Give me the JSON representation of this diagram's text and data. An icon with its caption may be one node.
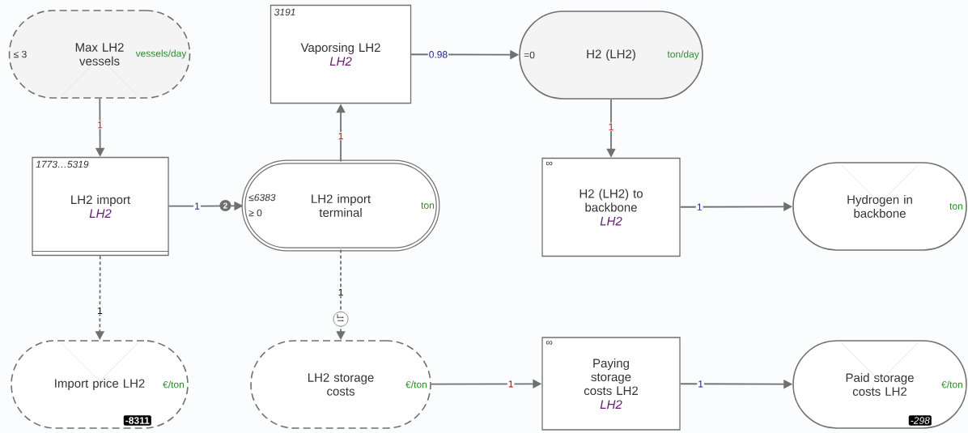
{
  "diagram": {
    "nodes": [
      {
        "text": [
          "≤ 3",
          "Max LH2 vessels",
          "vessels/day"
        ]
      },
      {
        "text": [
          "3191",
          "Vaporsing LH2",
          "LH2"
        ]
      },
      {
        "text": [
          "=0",
          "H2 (LH2)",
          "ton/day"
        ]
      },
      {
        "text": [
          "1773…5319",
          "LH2 import",
          "LH2"
        ]
      },
      {
        "text": [
          "≤6383",
          "≥ 0",
          "LH2 import terminal",
          "ton"
        ]
      },
      {
        "text": [
          "∞",
          "H2 (LH2) to backbone",
          "LH2"
        ]
      },
      {
        "text": [
          "Hydrogen in backbone",
          "ton"
        ]
      },
      {
        "text": [
          "Import price LH2",
          "€/ton",
          "-8311"
        ]
      },
      {
        "text": [
          "LH2 storage costs",
          "€/ton"
        ]
      },
      {
        "text": [
          "∞",
          "Paying storage costs LH2",
          "LH2"
        ]
      },
      {
        "text": [
          "Paid storage costs LH2",
          "€/ton",
          "-298"
        ]
      }
    ],
    "edges": [
      {
        "from": 0,
        "to": 3,
        "arrow": "to",
        "label": "1"
      },
      {
        "from": 3,
        "to": 4,
        "arrow": "to",
        "label": "1"
      },
      {
        "from": 4,
        "to": 1,
        "arrow": "to",
        "label": "1"
      },
      {
        "from": 1,
        "to": 2,
        "arrow": "to",
        "label": "0.98"
      },
      {
        "from": 2,
        "to": 5,
        "arrow": "to",
        "label": "1"
      },
      {
        "from": 5,
        "to": 6,
        "arrow": "to",
        "label": "1"
      },
      {
        "from": 3,
        "to": 7,
        "arrow": "to",
        "label": "1",
        "style": "dashed"
      },
      {
        "from": 4,
        "to": 8,
        "arrow": "to",
        "label": "1",
        "style": "dashed"
      },
      {
        "from": 8,
        "to": 9,
        "arrow": "to",
        "label": "1"
      },
      {
        "from": 9,
        "to": 10,
        "arrow": "to",
        "label": "1"
      }
    ],
    "labels": [
      "2"
    ]
  }
}
